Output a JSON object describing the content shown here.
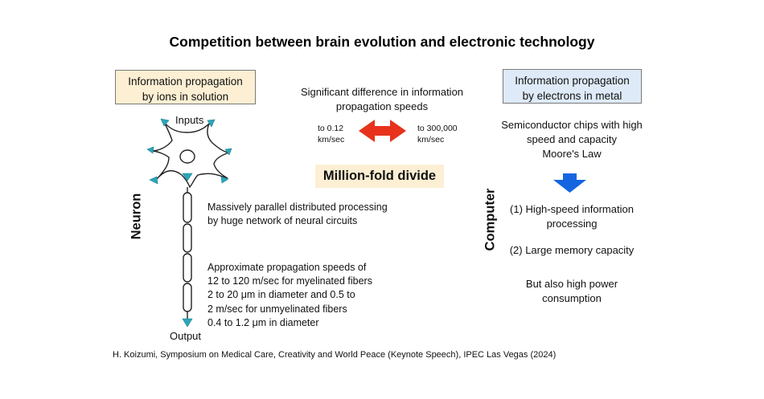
{
  "title": "Competition between brain evolution and electronic technology",
  "left_box": {
    "line1": "Information propagation",
    "line2": "by ions in solution"
  },
  "right_box": {
    "line1": "Information propagation",
    "line2": "by electrons in metal"
  },
  "center": {
    "heading_line1": "Significant difference in information",
    "heading_line2": "propagation speeds",
    "left_speed_line1": "to 0.12",
    "left_speed_line2": "km/sec",
    "right_speed_line1": "to 300,000",
    "right_speed_line2": "km/sec",
    "divide_label": "Million-fold divide"
  },
  "neuron": {
    "vertical_label": "Neuron",
    "inputs_label": "Inputs",
    "output_label": "Output",
    "parallel_line1": "Massively parallel distributed processing",
    "parallel_line2": "by huge network of neural circuits",
    "speed_lines": [
      "Approximate propagation speeds of",
      "12 to 120 m/sec for myelinated fibers",
      "2 to 20 μm in diameter and 0.5 to",
      "2 m/sec for unmyelinated fibers",
      "0.4 to 1.2 μm in diameter"
    ]
  },
  "computer": {
    "vertical_label": "Computer",
    "chips_line1": "Semiconductor chips with high",
    "chips_line2": "speed and capacity",
    "chips_line3": "Moore's Law",
    "item1_line1": "(1) High-speed information",
    "item1_line2": "processing",
    "item2": "(2) Large memory capacity",
    "power_line1": "But also high power",
    "power_line2": "consumption"
  },
  "citation": "H. Koizumi, Symposium on Medical Care, Creativity and World Peace (Keynote Speech), IPEC Las Vegas (2024)",
  "colors": {
    "left_box_fill": "#fcefd3",
    "right_box_fill": "#deeaf7",
    "double_arrow": "#e8321c",
    "down_arrow": "#1565e0",
    "terminal": "#2aa7b9"
  },
  "icons": [
    "double-arrow-icon",
    "down-arrow-icon",
    "neuron-icon"
  ]
}
